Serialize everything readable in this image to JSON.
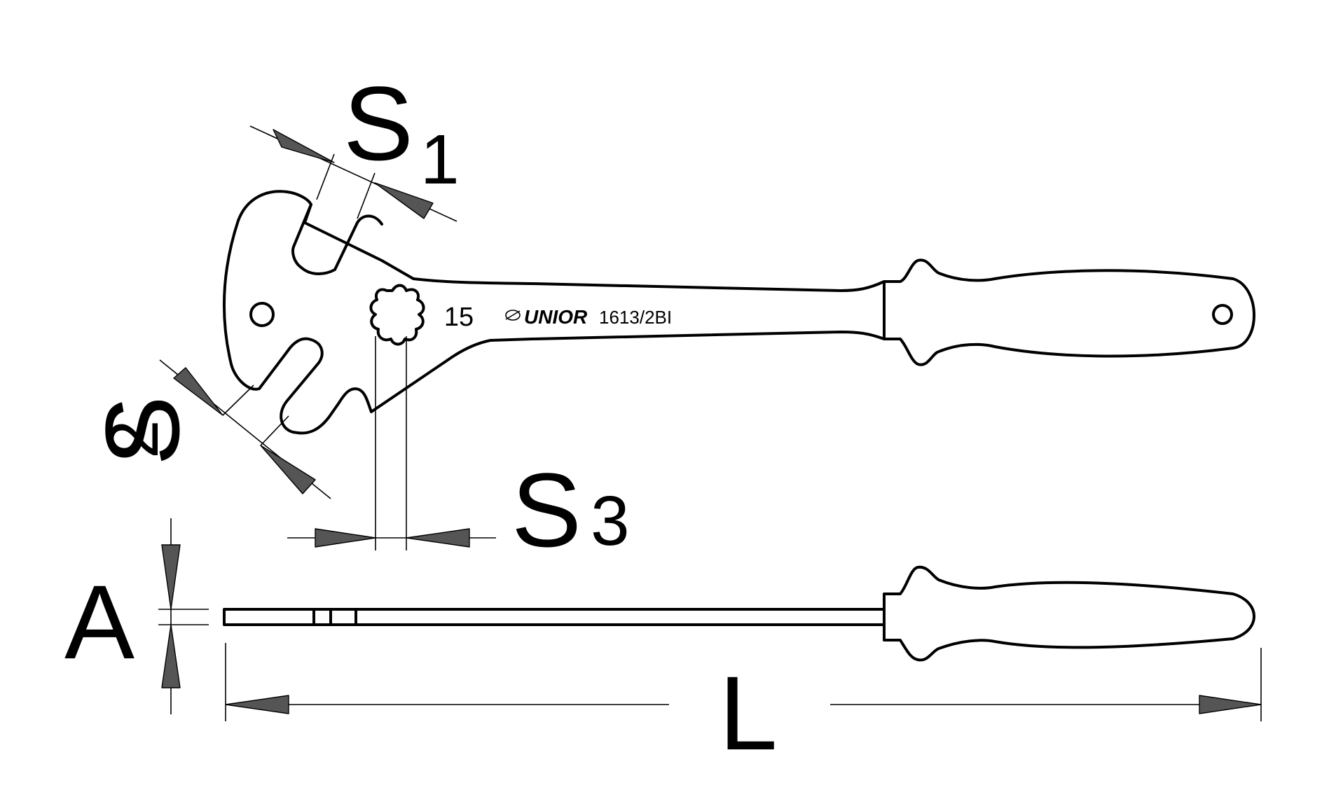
{
  "labels": {
    "s1": {
      "main": "S",
      "sub": "1"
    },
    "s2": {
      "main": "S",
      "sub": "2"
    },
    "s3": {
      "main": "S",
      "sub": "3"
    },
    "a": "A",
    "l": "L"
  },
  "tool_marking": {
    "size": "15",
    "brand": "UNIOR",
    "model": "1613/2BI"
  },
  "colors": {
    "outline": "#000000",
    "arrow_fill": "#555555",
    "background": "#ffffff"
  }
}
